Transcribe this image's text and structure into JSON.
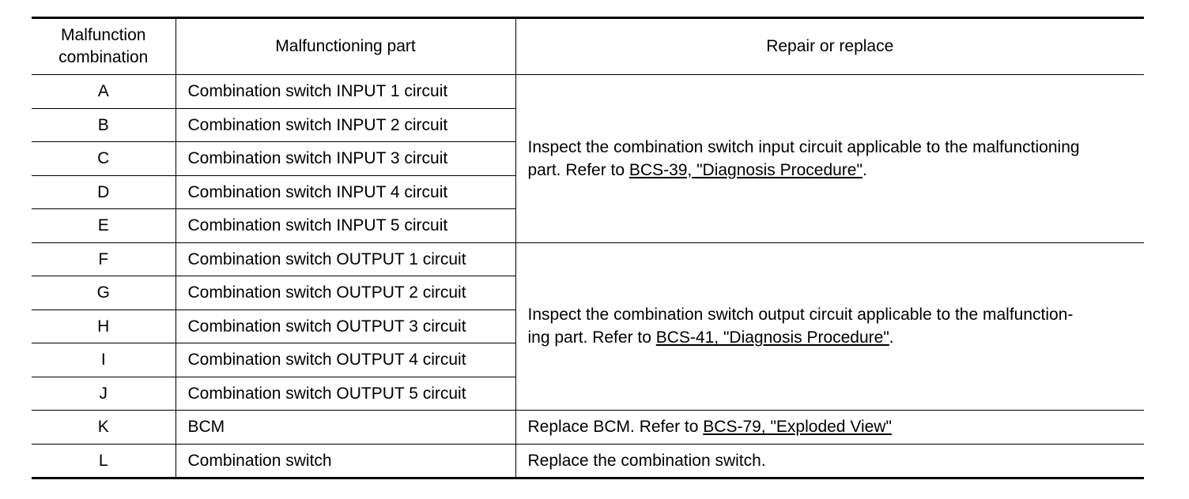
{
  "headers": {
    "combination_line1": "Malfunction",
    "combination_line2": "combination",
    "part": "Malfunctioning part",
    "repair": "Repair or replace"
  },
  "rows": [
    {
      "combination": "A",
      "part": "Combination switch INPUT 1 circuit"
    },
    {
      "combination": "B",
      "part": "Combination switch INPUT 2 circuit"
    },
    {
      "combination": "C",
      "part": "Combination switch INPUT 3 circuit"
    },
    {
      "combination": "D",
      "part": "Combination switch INPUT 4 circuit"
    },
    {
      "combination": "E",
      "part": "Combination switch INPUT 5 circuit"
    },
    {
      "combination": "F",
      "part": "Combination switch OUTPUT 1 circuit"
    },
    {
      "combination": "G",
      "part": "Combination switch OUTPUT 2 circuit"
    },
    {
      "combination": "H",
      "part": "Combination switch OUTPUT 3 circuit"
    },
    {
      "combination": "I",
      "part": "Combination switch OUTPUT 4 circuit"
    },
    {
      "combination": "J",
      "part": "Combination switch OUTPUT 5 circuit"
    },
    {
      "combination": "K",
      "part": "BCM"
    },
    {
      "combination": "L",
      "part": "Combination switch"
    }
  ],
  "repairs": {
    "input": {
      "line1": "Inspect the combination switch input circuit applicable to the malfunctioning",
      "line2_prefix": "part. Refer to ",
      "link": "BCS-39, \"Diagnosis Procedure\"",
      "suffix": "."
    },
    "output": {
      "line1": "Inspect the combination switch output circuit applicable to the malfunction-",
      "line2_prefix": "ing part. Refer to ",
      "link": "BCS-41, \"Diagnosis Procedure\"",
      "suffix": "."
    },
    "bcm": {
      "prefix": "Replace BCM. Refer to ",
      "link": "BCS-79, \"Exploded View\""
    },
    "switch": {
      "text": "Replace the combination switch."
    }
  }
}
